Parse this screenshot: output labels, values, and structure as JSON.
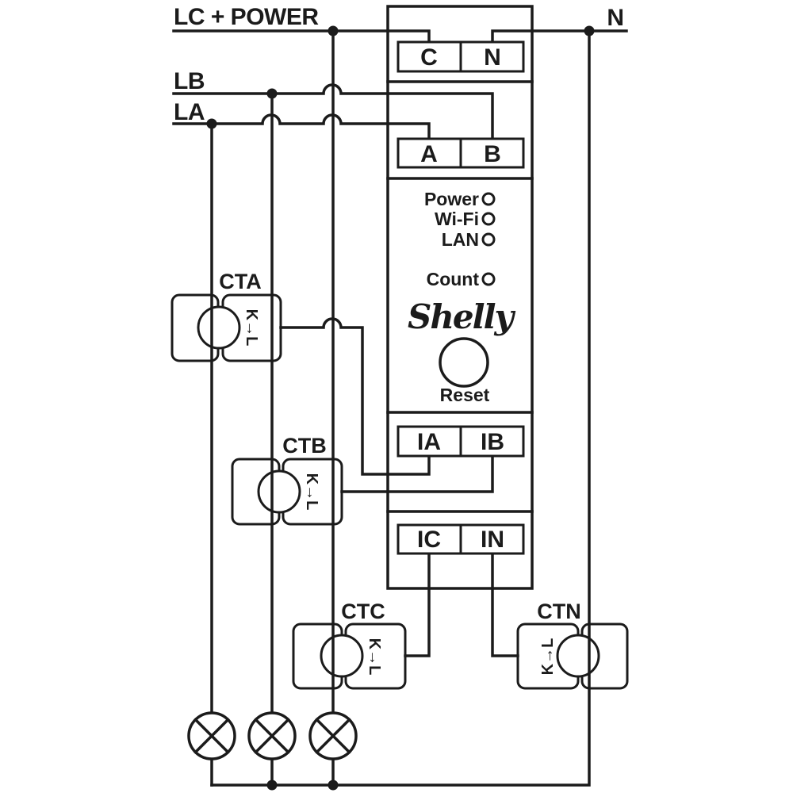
{
  "colors": {
    "background": "#ffffff",
    "line": "#1b1b1b"
  },
  "feed_labels": {
    "lc_power": "LC + POWER",
    "n": "N",
    "lb": "LB",
    "la": "LA"
  },
  "device": {
    "brand": "Shelly",
    "reset_label": "Reset",
    "terminals": {
      "c": "C",
      "n": "N",
      "a": "A",
      "b": "B",
      "ia": "IA",
      "ib": "IB",
      "ic": "IC",
      "in": "IN"
    },
    "leds": [
      {
        "label": "Power"
      },
      {
        "label": "Wi-Fi"
      },
      {
        "label": "LAN"
      },
      {
        "label": "Count"
      }
    ]
  },
  "cts": {
    "marking": "K→L",
    "labels": {
      "cta": "CTA",
      "ctb": "CTB",
      "ctc": "CTC",
      "ctn": "CTN"
    }
  }
}
